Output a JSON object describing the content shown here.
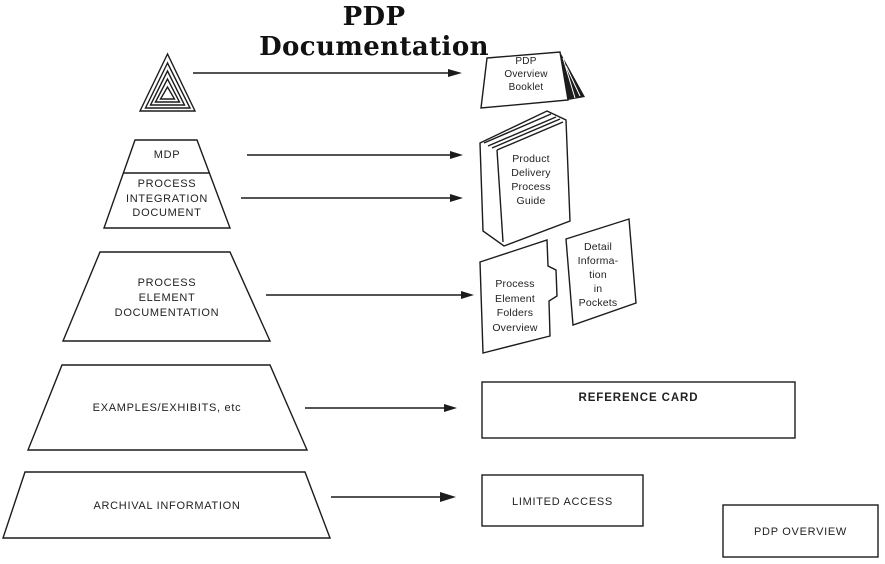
{
  "title": "PDP Documentation",
  "colors": {
    "ink": "#1c1c1c",
    "paper": "#ffffff"
  },
  "pyramid": {
    "apex_icon": "nested-triangles-icon",
    "tiers": [
      {
        "name": "mdp",
        "lines": [
          "MDP"
        ]
      },
      {
        "name": "process-integration-document",
        "lines": [
          "PROCESS",
          "INTEGRATION",
          "DOCUMENT"
        ]
      },
      {
        "name": "process-element-documentation",
        "lines": [
          "PROCESS",
          "ELEMENT",
          "DOCUMENTATION"
        ]
      },
      {
        "name": "examples-exhibits",
        "lines": [
          "EXAMPLES/EXHIBITS, etc"
        ]
      },
      {
        "name": "archival-information",
        "lines": [
          "ARCHIVAL INFORMATION"
        ]
      }
    ]
  },
  "artifacts": {
    "booklet": {
      "icon": "booklet-icon",
      "lines": [
        "PDP",
        "Overview",
        "Booklet"
      ]
    },
    "guide": {
      "icon": "book-icon",
      "lines": [
        "Product",
        "Delivery",
        "Process",
        "Guide"
      ]
    },
    "folders": {
      "icon": "folder-icon",
      "lines": [
        "Process",
        "Element",
        "Folders",
        "Overview"
      ]
    },
    "pockets": {
      "icon": "pocket-card-icon",
      "lines": [
        "Detail",
        "Informa-",
        "tion",
        "in",
        "Pockets"
      ]
    },
    "reference_card": {
      "label": "REFERENCE CARD"
    },
    "limited_access": {
      "label": "LIMITED ACCESS"
    },
    "pdp_overview": {
      "label": "PDP OVERVIEW"
    }
  }
}
